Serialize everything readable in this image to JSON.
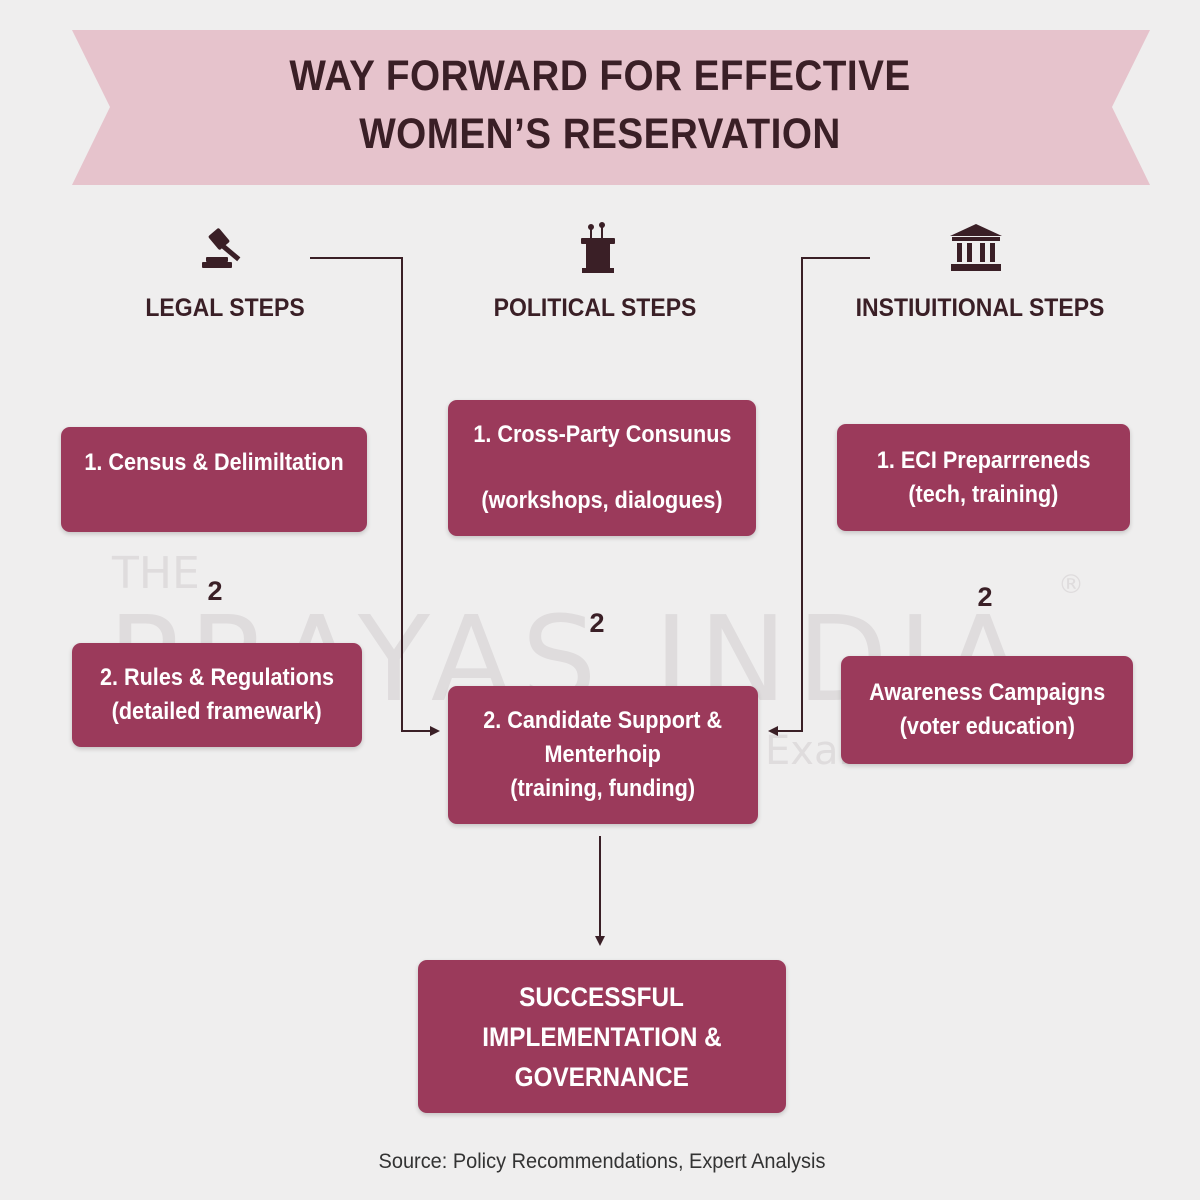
{
  "title": {
    "line1": "WAY FORWARD FOR EFFECTIVE",
    "line2": "WOMEN’S RESERVATION"
  },
  "watermark": {
    "the": "THE",
    "brand": "PRAYAS INDIA",
    "registered": "®",
    "tagline": "Exam"
  },
  "columns": {
    "legal": {
      "icon": "gavel-icon",
      "heading": "LEGAL STEPS",
      "box1": [
        "1. Census & Delimiltation"
      ],
      "number": "2",
      "box2": [
        "2. Rules & Regulations",
        "(detailed framewark)"
      ]
    },
    "political": {
      "icon": "podium-icon",
      "heading": "POLITICAL STEPS",
      "box1": [
        "1. Cross-Party Consunus",
        "(workshops, dialogues)"
      ],
      "number": "2",
      "box2": [
        "2. Candidate Support &",
        "Menterhoip",
        "(training, funding)"
      ]
    },
    "institutional": {
      "icon": "building-icon",
      "heading": "INSTIUITIONAL STEPS",
      "box1": [
        "1. ECI Preparrreneds",
        "(tech, training)"
      ],
      "number": "2",
      "box2": [
        "Awareness Campaigns",
        "(voter education)"
      ]
    }
  },
  "outcome": [
    "SUCCESSFUL",
    "IMPLEMENTATION &",
    "GOVERNANCE"
  ],
  "source": "Source: Policy Recommendations, Expert Analysis",
  "colors": {
    "background": "#efeeee",
    "banner": "#e6c3cc",
    "box": "#9b3a5b",
    "text": "#3a1f26"
  }
}
